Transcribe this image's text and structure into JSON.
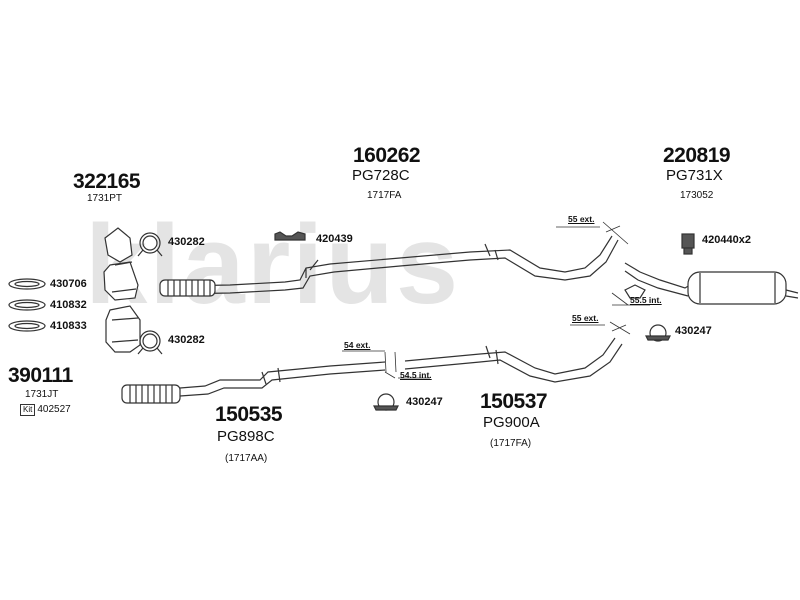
{
  "watermark": "klarius",
  "parts": {
    "p322165": {
      "number": "322165",
      "ref": "1731PT"
    },
    "p160262": {
      "number": "160262",
      "name": "PG728C",
      "ref": "1717FA"
    },
    "p220819": {
      "number": "220819",
      "name": "PG731X",
      "ref": "173052"
    },
    "p390111": {
      "number": "390111",
      "ref": "1731JT",
      "kit_badge": "Kit",
      "kit_ref": "402527"
    },
    "p150535": {
      "number": "150535",
      "name": "PG898C",
      "ref": "(1717AA)"
    },
    "p150537": {
      "number": "150537",
      "name": "PG900A",
      "ref": "(1717FA)"
    }
  },
  "fittings": {
    "clamp_top": "430282",
    "hanger_top": "420439",
    "gasket_1": "430706",
    "gasket_2": "410832",
    "gasket_3": "410833",
    "clamp_bottom": "430282",
    "mount_right": "420440x2",
    "clamp_right": "430247",
    "clamp_middle": "430247"
  },
  "dimensions": {
    "ext_top": "55 ext.",
    "int_right": "55.5 int.",
    "ext_right": "55 ext.",
    "ext_middle": "54 ext.",
    "int_middle": "54.5 int."
  }
}
